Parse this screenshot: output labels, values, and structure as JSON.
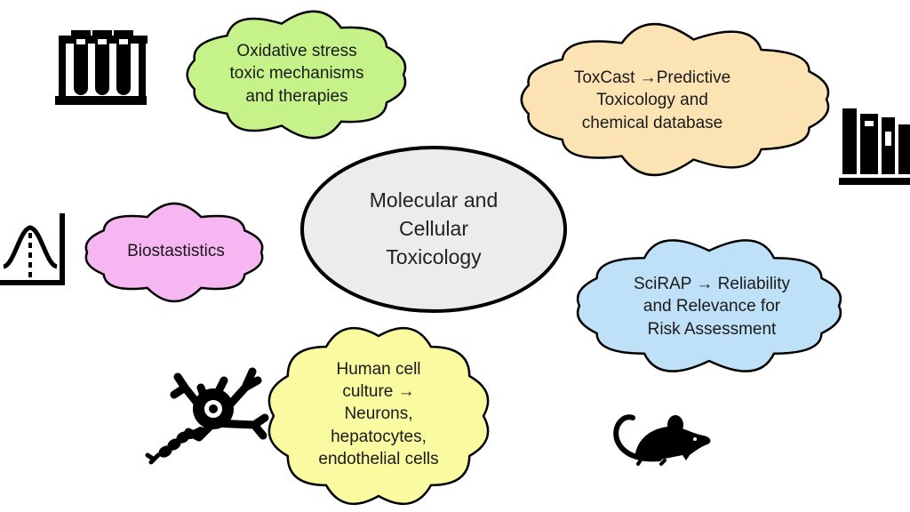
{
  "center": {
    "text": "Molecular and\nCellular\nToxicology",
    "fill": "#ececec"
  },
  "clouds": {
    "oxidative": {
      "text": "Oxidative stress\ntoxic mechanisms\nand therapies",
      "fill": "#c6f28a"
    },
    "toxcast": {
      "text": "ToxCast →Predictive\nToxicology and\nchemical database",
      "fill": "#fbe3b4"
    },
    "biostats": {
      "text": "Biostastistics",
      "fill": "#f5b6f2"
    },
    "scirap": {
      "text": "SciRAP → Reliability\nand Relevance for\nRisk Assessment",
      "fill": "#bfe1f7"
    },
    "cellculture": {
      "text": "Human cell\nculture →\nNeurons,\nhepatocytes,\nendothelial cells",
      "fill": "#fafaa0"
    }
  },
  "icons": [
    "test-tubes-icon",
    "books-icon",
    "bell-curve-icon",
    "neuron-icon",
    "mouse-icon"
  ]
}
